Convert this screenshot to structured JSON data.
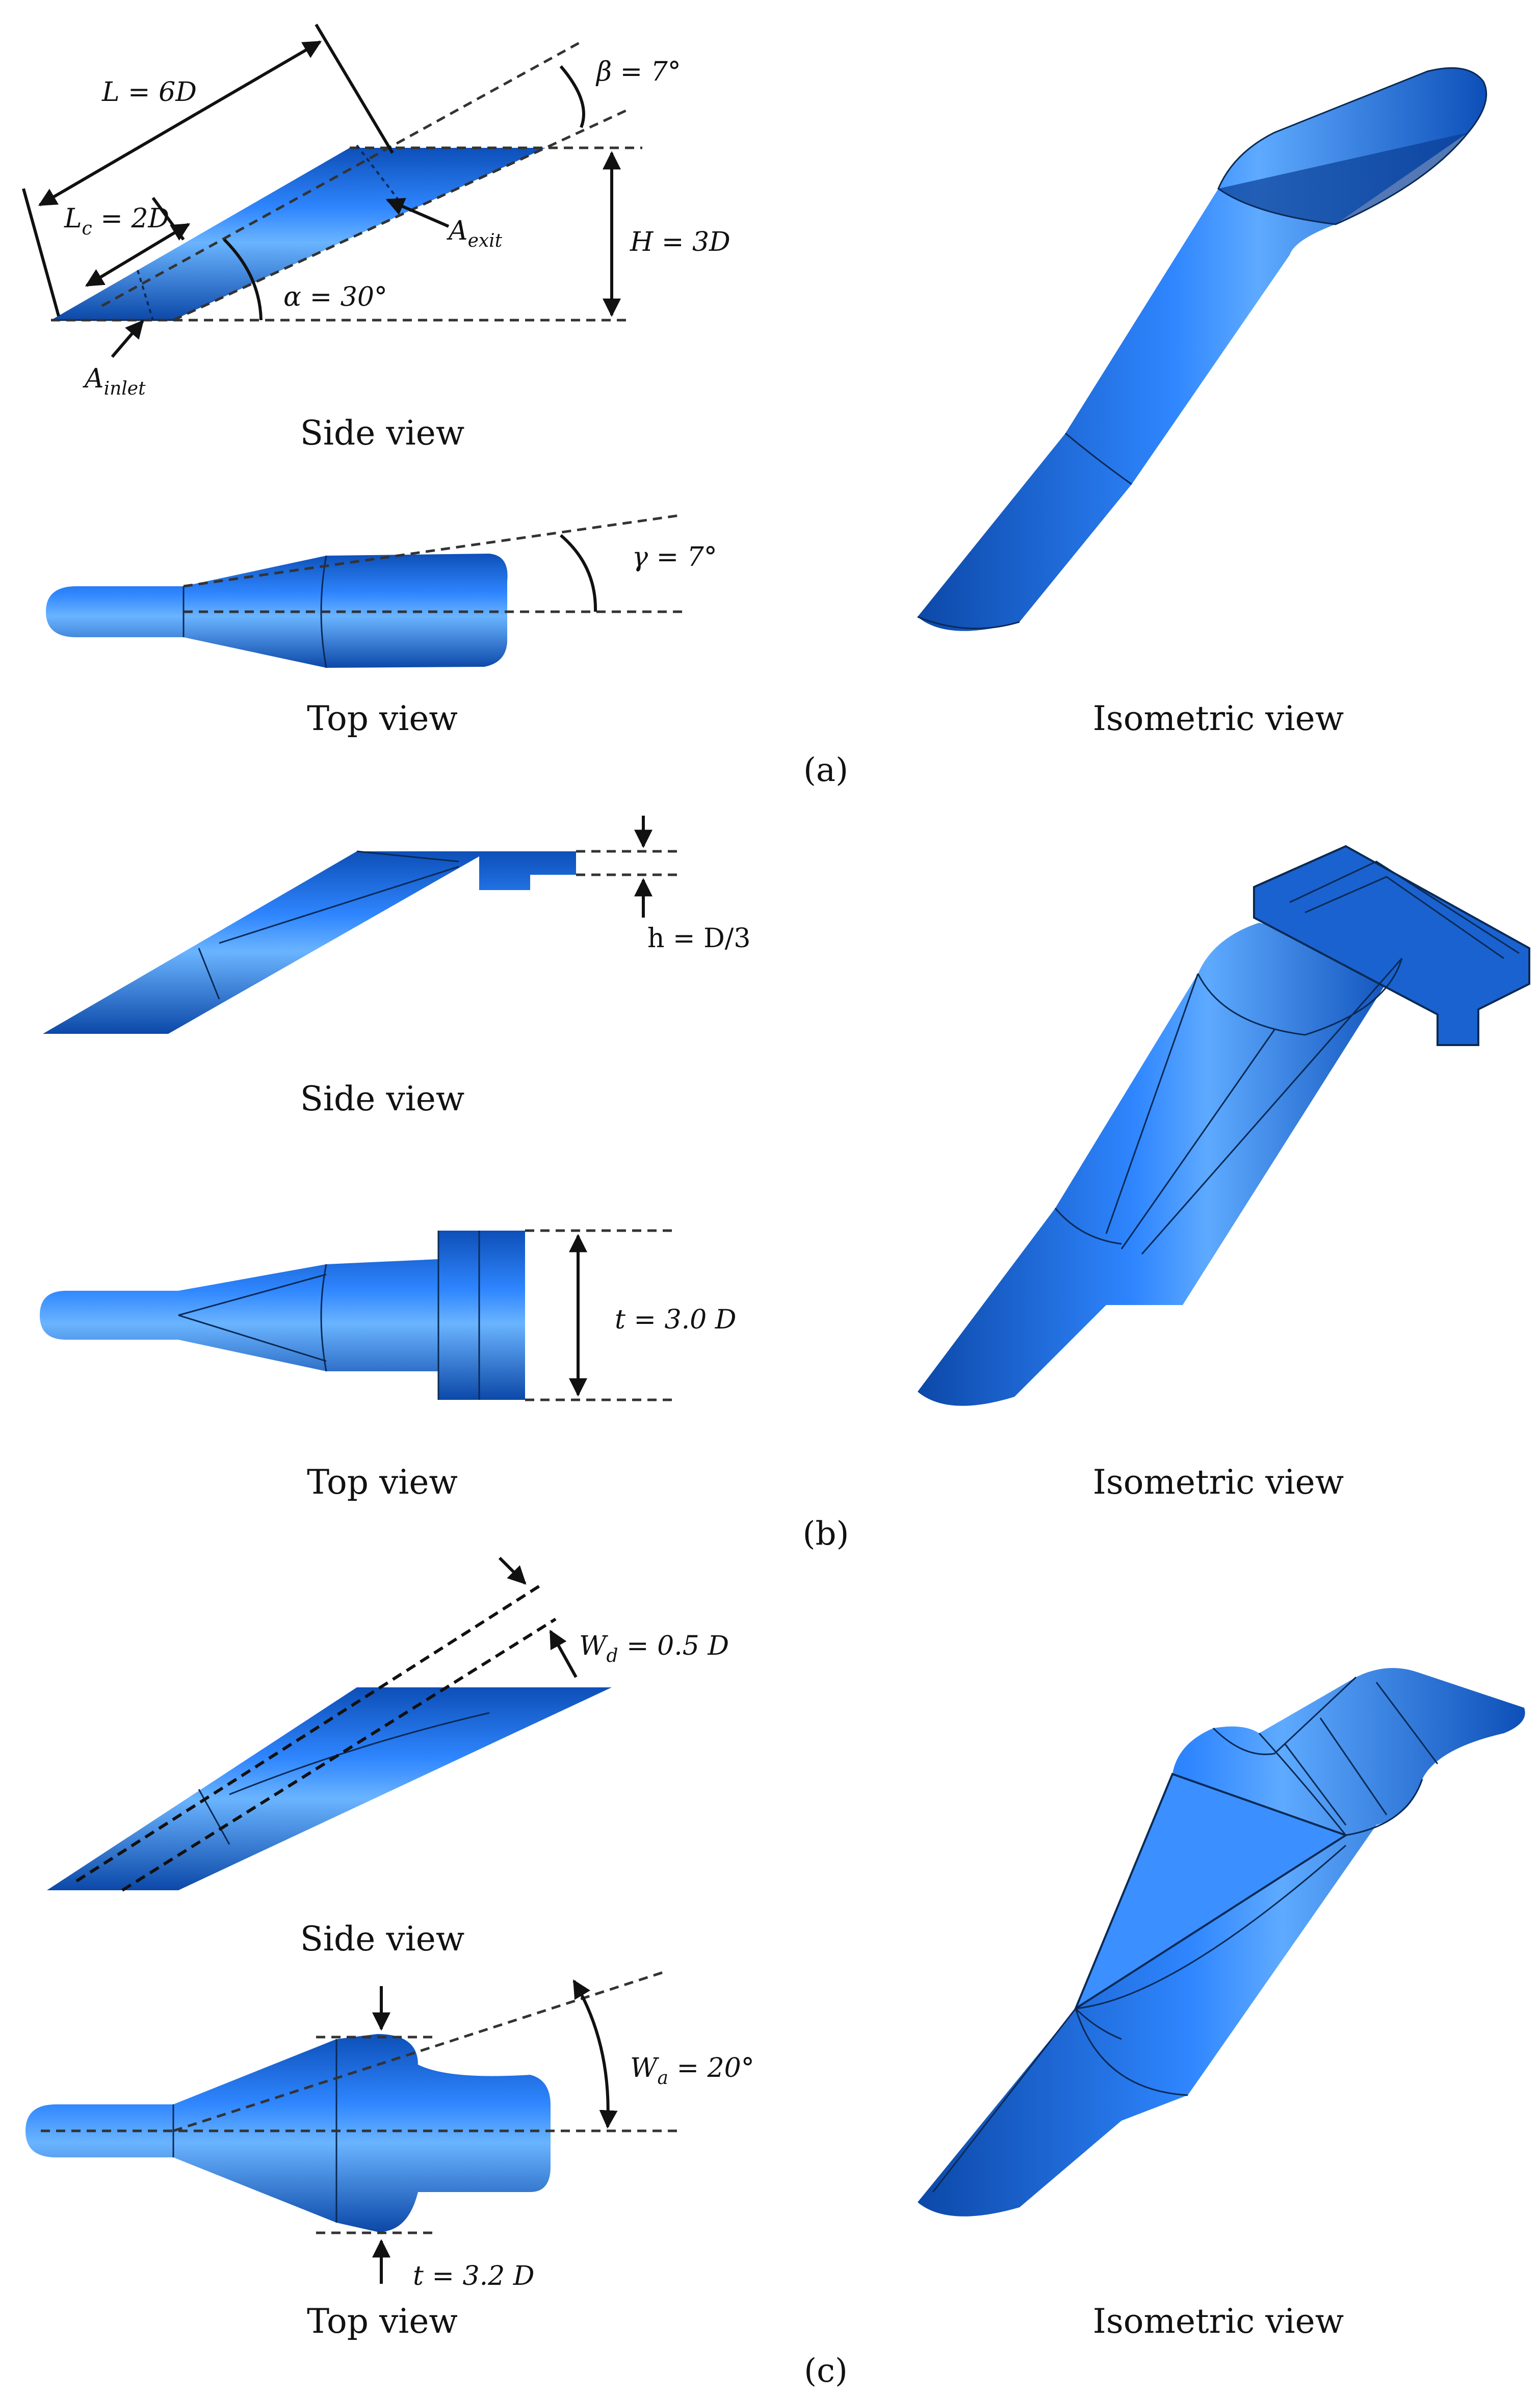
{
  "panel_a": {
    "label": "(a)",
    "side_view_caption": "Side view",
    "top_view_caption": "Top view",
    "iso_view_caption": "Isometric view",
    "dim_L": "L = 6D",
    "dim_Lc": "L",
    "dim_Lc_sub": "c",
    "dim_Lc_rest": " = 2D",
    "dim_H": "H = 3D",
    "angle_beta": "β = 7°",
    "angle_alpha": "α = 30°",
    "angle_gamma": "γ = 7°",
    "a_exit": "A",
    "a_exit_sub": "exit",
    "a_inlet": "A",
    "a_inlet_sub": "inlet"
  },
  "panel_b": {
    "label": "(b)",
    "side_view_caption": "Side view",
    "top_view_caption": "Top view",
    "iso_view_caption": "Isometric view",
    "dim_h": "h = D/3",
    "dim_t": "t = 3.0 D"
  },
  "panel_c": {
    "label": "(c)",
    "side_view_caption": "Side view",
    "top_view_caption": "Top view",
    "iso_view_caption": "Isometric view",
    "dim_Wd": "W",
    "dim_Wd_sub": "d",
    "dim_Wd_rest": " = 0.5 D",
    "dim_Wa": "W",
    "dim_Wa_sub": "a",
    "dim_Wa_rest": " = 20°",
    "dim_t": "t = 3.2 D"
  },
  "colors": {
    "body_blue": "#1f6fe0",
    "body_dark": "#0d4fb8",
    "body_light": "#5aa8ff",
    "edge": "#0a2a55"
  }
}
